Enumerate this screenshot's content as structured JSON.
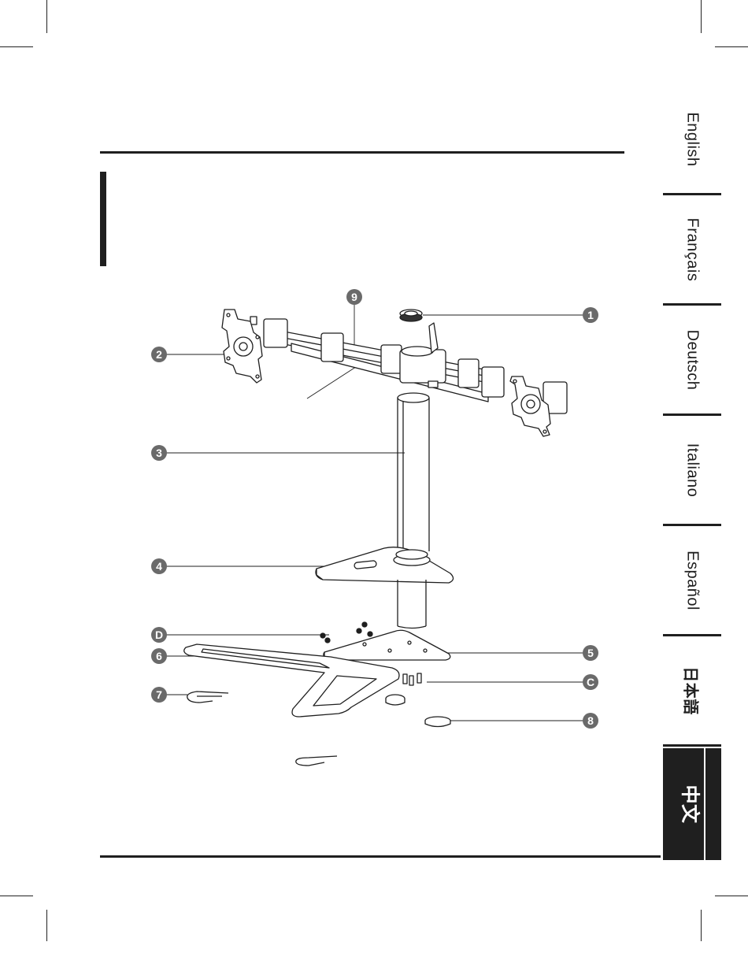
{
  "languages": [
    {
      "label": "English",
      "active": false
    },
    {
      "label": "Français",
      "active": false
    },
    {
      "label": "Deutsch",
      "active": false
    },
    {
      "label": "Italiano",
      "active": false
    },
    {
      "label": "Español",
      "active": false
    },
    {
      "label": "日本語",
      "active": false
    },
    {
      "label": "中文",
      "active": true
    }
  ],
  "callouts": {
    "c1": "1",
    "c2": "2",
    "c3": "3",
    "c4": "4",
    "c5": "5",
    "c6": "6",
    "c7": "7",
    "c8": "8",
    "c9": "9",
    "cC": "C",
    "cD": "D"
  },
  "colors": {
    "ink": "#1f1f1f",
    "callout": "#6a6a6a",
    "tab_active_bg": "#1f1f1f"
  }
}
